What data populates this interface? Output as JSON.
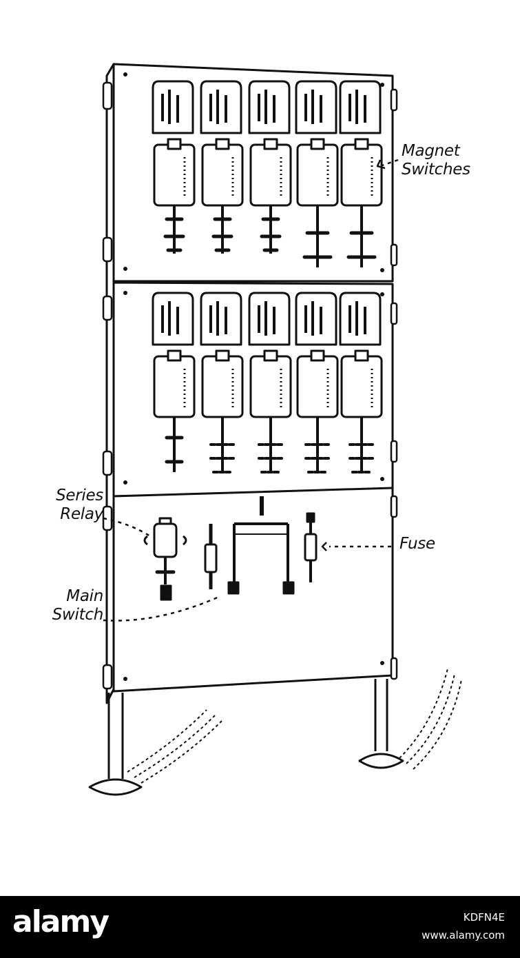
{
  "labels": {
    "magnet_line1": "Magnet",
    "magnet_line2": "Switches",
    "series_line1": "Series",
    "series_line2": "Relay",
    "main_line1": "Main",
    "main_line2": "Switch",
    "fuse": "Fuse"
  },
  "footer": {
    "brand": "alamy",
    "image_id": "KDFN4E",
    "site": "www.alamy.com"
  },
  "colors": {
    "ink": "#111111",
    "paper": "#ffffff",
    "footer_bg": "#000000",
    "footer_text": "#ffffff"
  },
  "icons": {
    "magnet_switch": "magnet-switch-icon",
    "series_relay": "series-relay-icon",
    "main_switch": "main-switch-icon",
    "fuse": "fuse-icon"
  }
}
